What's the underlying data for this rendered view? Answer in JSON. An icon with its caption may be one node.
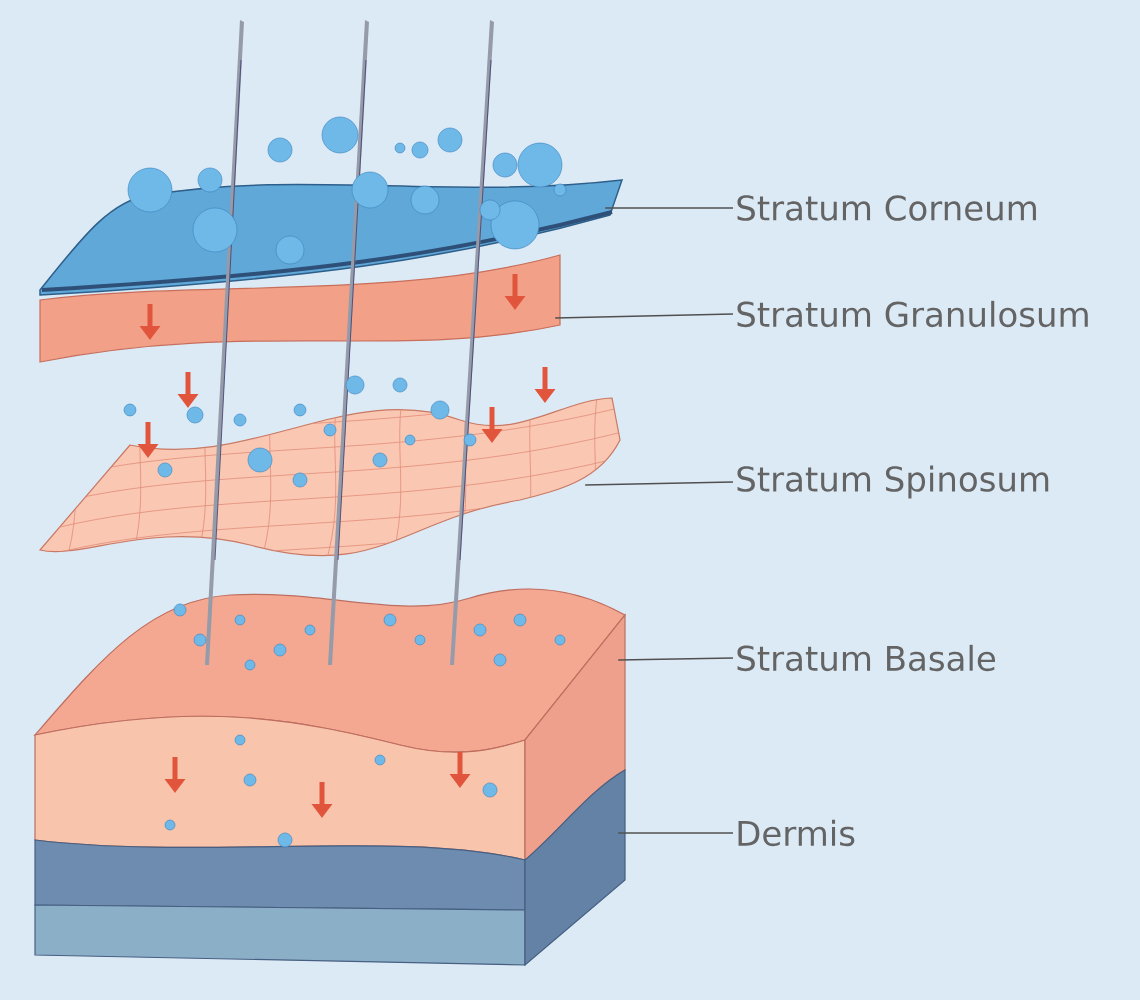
{
  "diagram": {
    "nodes": [
      {
        "text": [
          "Stratum Corneum"
        ]
      },
      {
        "text": [
          "Stratum Granulosum"
        ]
      },
      {
        "text": [
          "Stratum Spinosum"
        ]
      },
      {
        "text": [
          "Stratum Basale"
        ]
      },
      {
        "text": [
          "Dermis"
        ]
      },
      {
        "text": [],
        "shape": "picture"
      },
      {
        "text": [],
        "shape": "picture"
      },
      {
        "text": [],
        "shape": "picture"
      },
      {
        "text": [],
        "shape": "picture"
      },
      {
        "text": [],
        "shape": "picture"
      }
    ],
    "edges": [
      {
        "from": 0,
        "to": 5,
        "arrow": "none"
      },
      {
        "from": 1,
        "to": 6,
        "arrow": "none"
      },
      {
        "from": 2,
        "to": 7,
        "arrow": "none"
      },
      {
        "from": 3,
        "to": 8,
        "arrow": "none"
      },
      {
        "from": 4,
        "to": 9,
        "arrow": "none"
      }
    ]
  }
}
